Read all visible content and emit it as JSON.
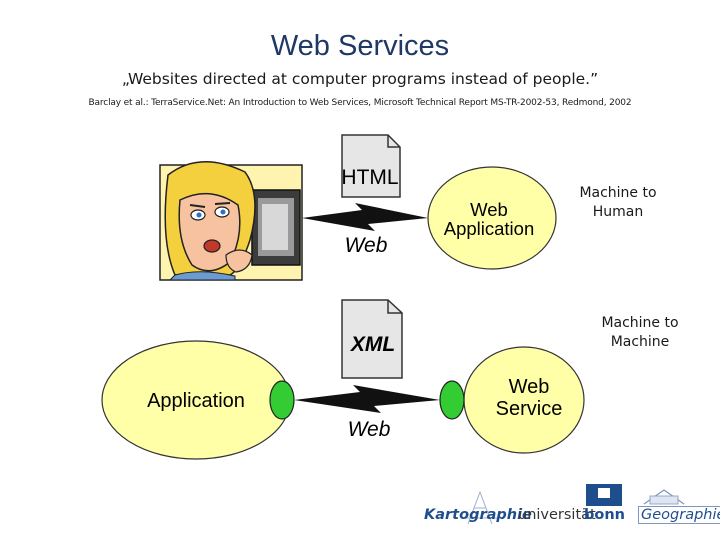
{
  "slide": {
    "title": "Web Services",
    "quote": "„Websites directed at computer programs instead of people.”",
    "citation": "Barclay et al.: TerraService.Net: An Introduction to Web Services, Microsoft Technical Report MS-TR-2002-53, Redmond, 2002"
  },
  "diagram": {
    "top": {
      "document_label": "HTML",
      "channel_label": "Web",
      "server_label_line1": "Web",
      "server_label_line2": "Application",
      "caption_line1": "Machine to",
      "caption_line2": "Human"
    },
    "bottom": {
      "client_label": "Application",
      "document_label": "XML",
      "channel_label": "Web",
      "server_label_line1": "Web",
      "server_label_line2": "Service",
      "caption_line1": "Machine to",
      "caption_line2": "Machine"
    },
    "icons": [
      "woman-at-computer-icon",
      "document-icon",
      "lightning-icon",
      "plug-icon"
    ]
  },
  "footer": {
    "kartografie": "Kartographie",
    "universitaet": "universität",
    "bonn": "bonn",
    "geographie": "Geographie"
  },
  "colors": {
    "ellipse_fill": "#ffffa8",
    "plug_green": "#33cc33",
    "title_blue": "#1f3864",
    "document_fill": "#e6e6e6"
  }
}
